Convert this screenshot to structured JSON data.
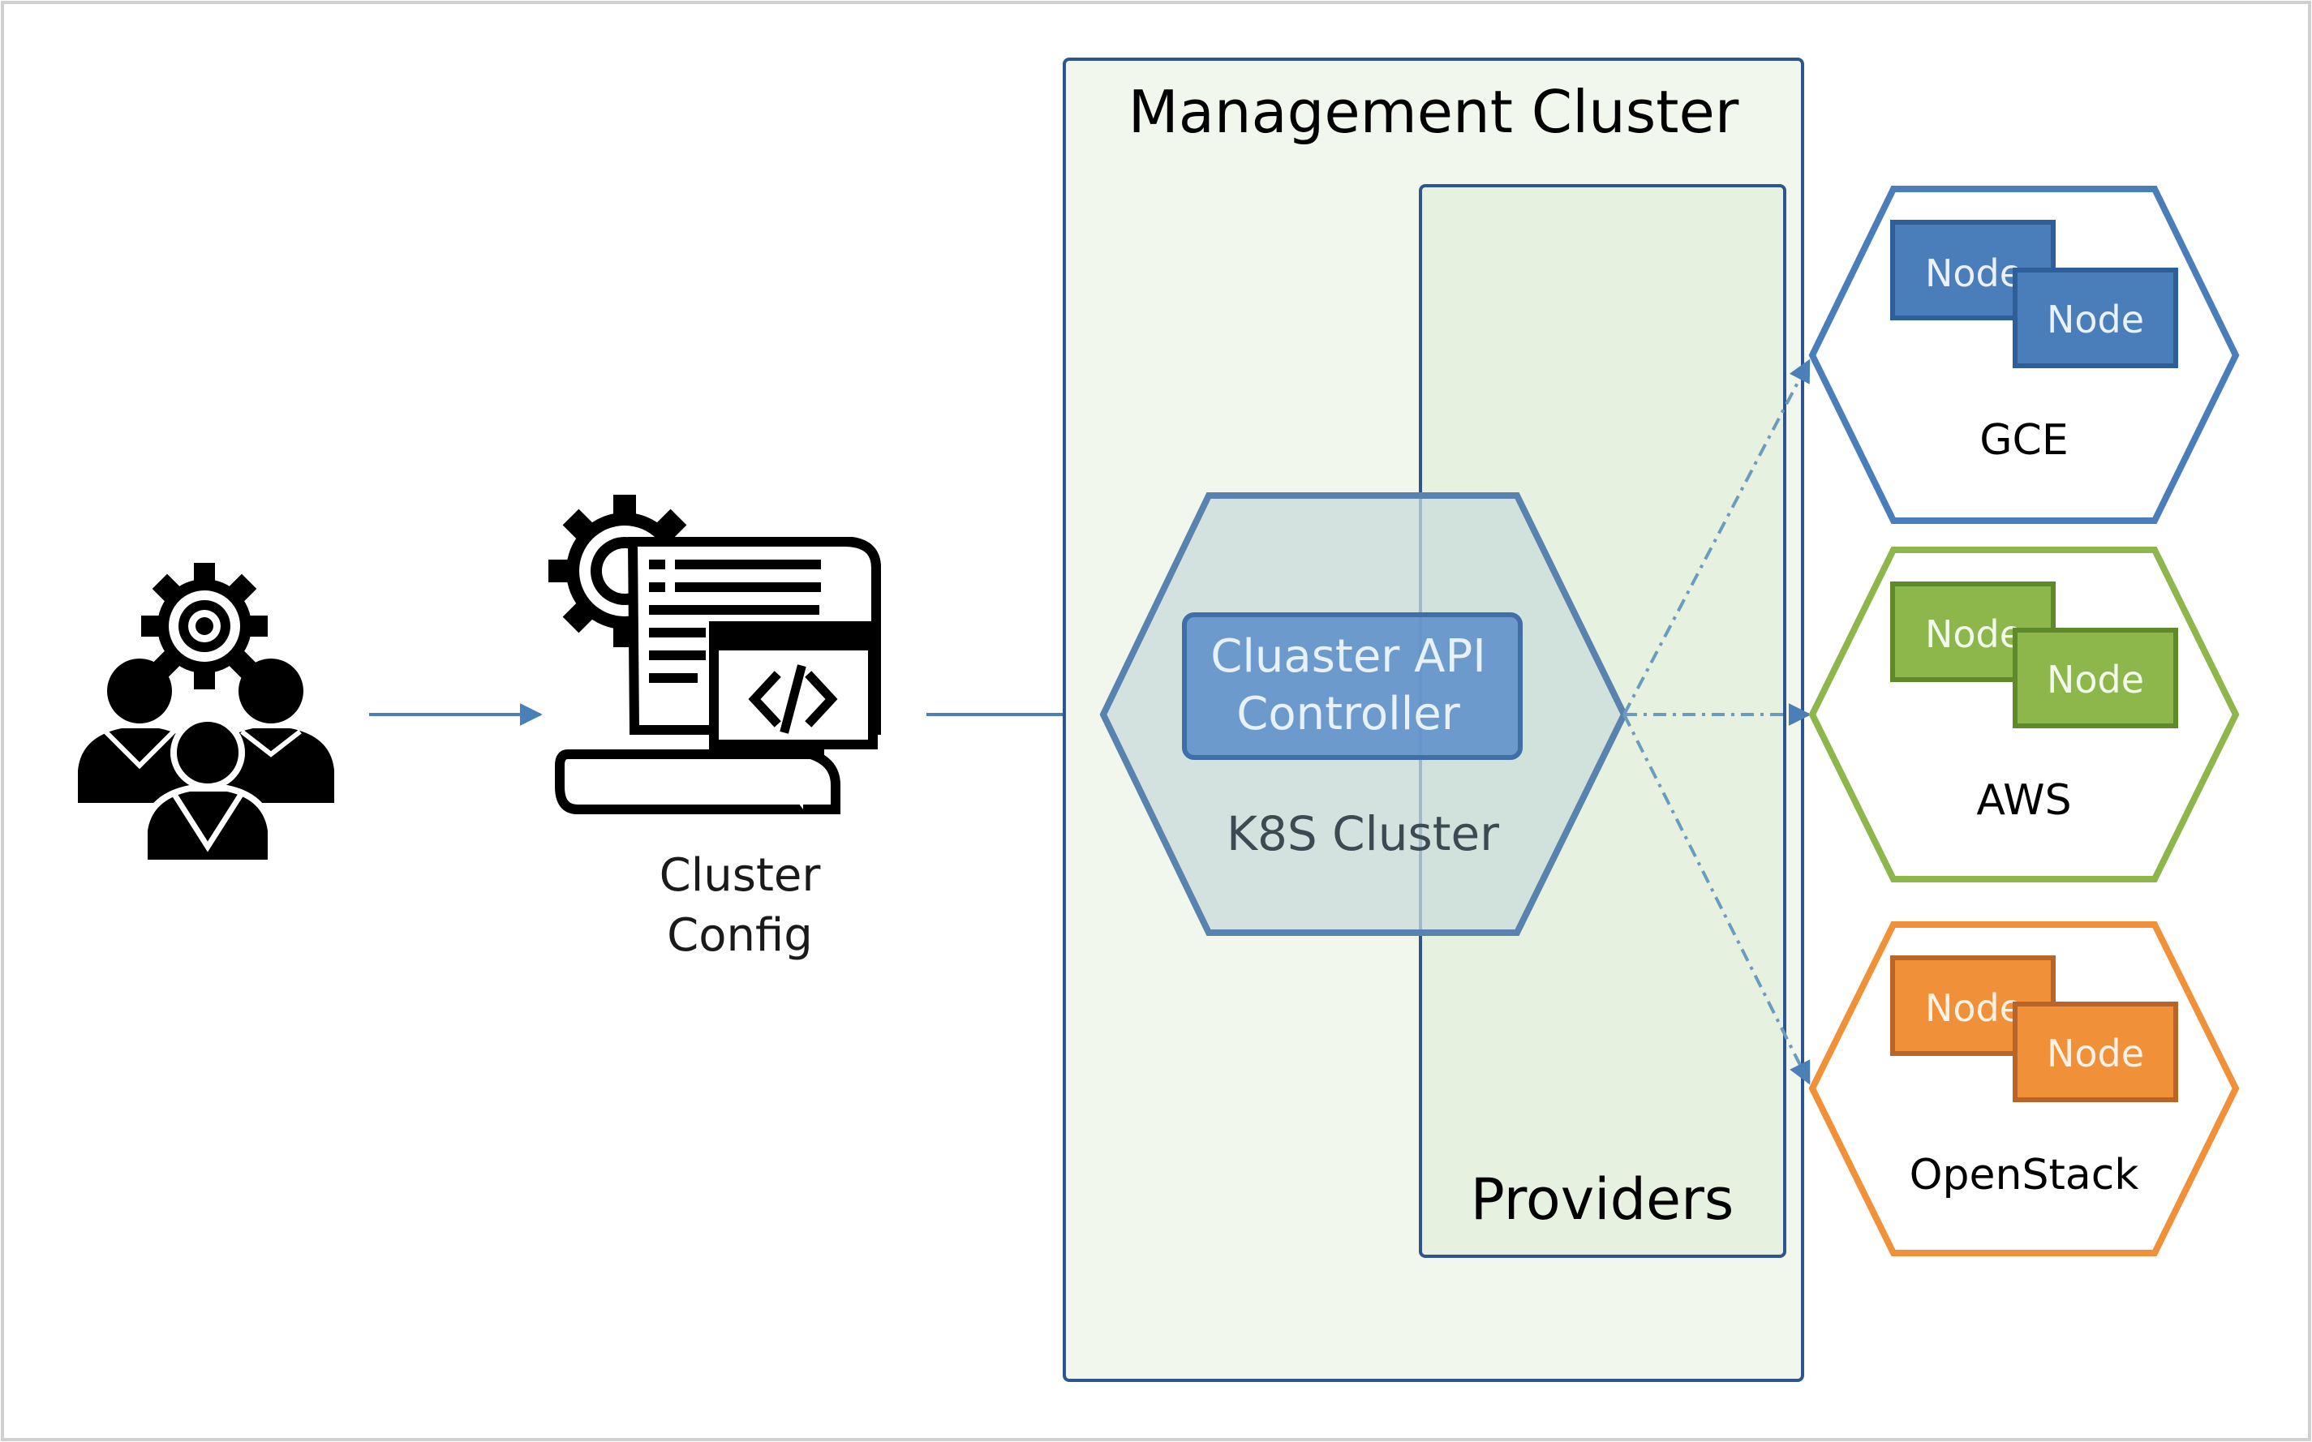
{
  "management_cluster": {
    "title": "Management Cluster"
  },
  "providers": {
    "title": "Providers"
  },
  "k8s_cluster": {
    "label": "K8S Cluster",
    "controller_line1": "Cluaster API",
    "controller_line2": "Controller"
  },
  "cluster_config": {
    "line1": "Cluster",
    "line2": "Config"
  },
  "targets": [
    {
      "name": "GCE",
      "node_a": "Node",
      "node_b": "Node"
    },
    {
      "name": "AWS",
      "node_a": "Node",
      "node_b": "Node"
    },
    {
      "name": "OpenStack",
      "node_a": "Node",
      "node_b": "Node"
    }
  ],
  "colors": {
    "blue": "#4a7ebb",
    "green": "#8db64b",
    "orange": "#f0913a",
    "arrow": "#4a7fb7",
    "mgmt_fill": "#f1f7ec",
    "providers_fill": "#e7f1df",
    "k8s_fill": "#d3e1dc"
  },
  "icons": [
    "team-gear-icon",
    "config-document-gear-icon",
    "code-icon"
  ]
}
